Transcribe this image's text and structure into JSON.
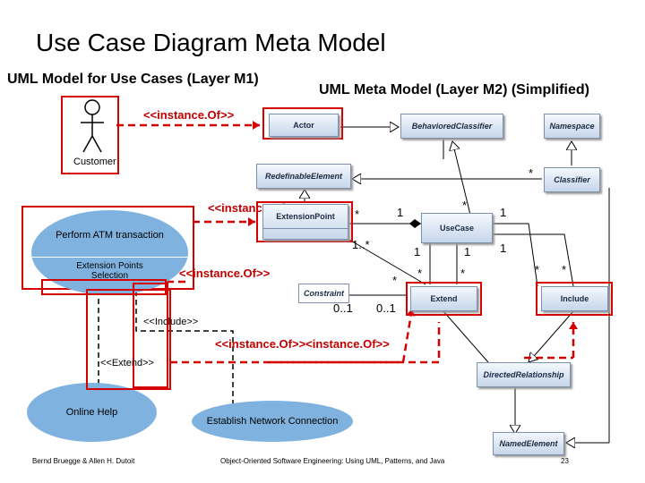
{
  "title": "Use Case Diagram Meta Model",
  "m1_heading": "UML Model  for Use Cases (Layer M1)",
  "m2_heading": "UML Meta Model (Layer M2) (Simplified)",
  "actor_name": "Customer",
  "use_case_1": "Perform ATM transaction",
  "use_case_1_ext": "Extension Points",
  "use_case_1_ext_item": "Selection",
  "use_case_2": "Online Help",
  "use_case_3": "Establish Network Connection",
  "include_label": "<<Include>>",
  "extend_label": "<<Extend>>",
  "instance_of": "<<instance.Of>>",
  "instance_of_double": "<<instance.Of>><instance.Of>>",
  "classes": {
    "actor": "Actor",
    "behaviored_classifier": "BehavioredClassifier",
    "namespace": "Namespace",
    "redefinable_element": "RedefinableElement",
    "classifier": "Classifier",
    "extension_point": "ExtensionPoint",
    "use_case": "UseCase",
    "constraint": "Constraint",
    "extend": "Extend",
    "include": "Include",
    "directed_relationship": "DirectedRelationship",
    "named_element": "NamedElement"
  },
  "multiplicities": {
    "m_classifier_star": "*",
    "m_ep_star": "*",
    "m_ep_one": "1",
    "m_uc_star_top": "*",
    "m_uc_one_right": "1",
    "m_ep_onestar": "1..*",
    "m_uc_one_a": "1",
    "m_uc_one_b": "1",
    "m_uc_one_c": "1",
    "m_constraint_star": "*",
    "m_extend_star_a": "*",
    "m_extend_star_b": "*",
    "m_include_star_a": "*",
    "m_include_star_b": "*",
    "m_zero_one_a": "0..1",
    "m_zero_one_b": "0..1"
  },
  "footer_left": "Bernd Bruegge & Allen H. Dutoit",
  "footer_center": "Object-Oriented Software Engineering: Using UML, Patterns, and Java",
  "page_number": "23"
}
